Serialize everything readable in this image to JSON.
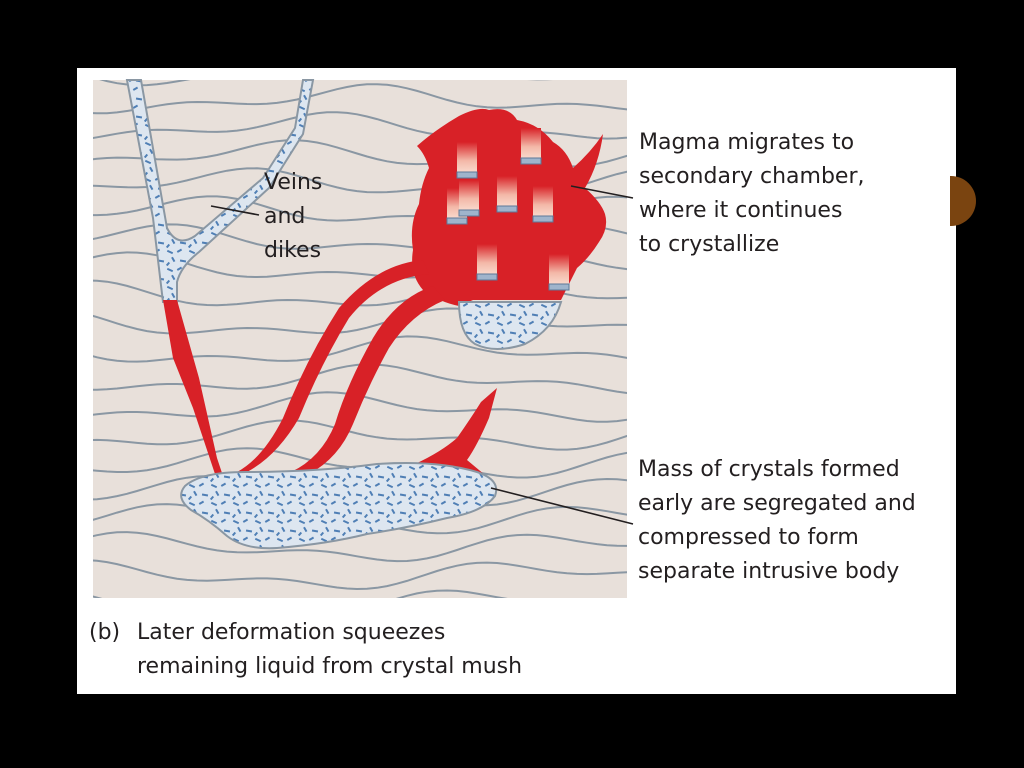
{
  "labels": {
    "veins": [
      "Veins",
      "and",
      "dikes"
    ],
    "magma": [
      "Magma migrates to",
      "secondary chamber,",
      "where it continues",
      "to crystallize"
    ],
    "mass": [
      "Mass of crystals formed",
      "early are segregated and",
      "compressed to form",
      "separate intrusive body"
    ]
  },
  "caption": {
    "tag": "(b)",
    "lines": [
      "Later deformation squeezes",
      "remaining liquid from crystal mush"
    ]
  },
  "colors": {
    "background_rock": "#e8e0da",
    "strata_lines": "#8a97a3",
    "magma": "#d82127",
    "crystals_fill": "#dde6f0",
    "crystal_flecks": "#4f7fb5",
    "leader_lines": "#231f20"
  }
}
